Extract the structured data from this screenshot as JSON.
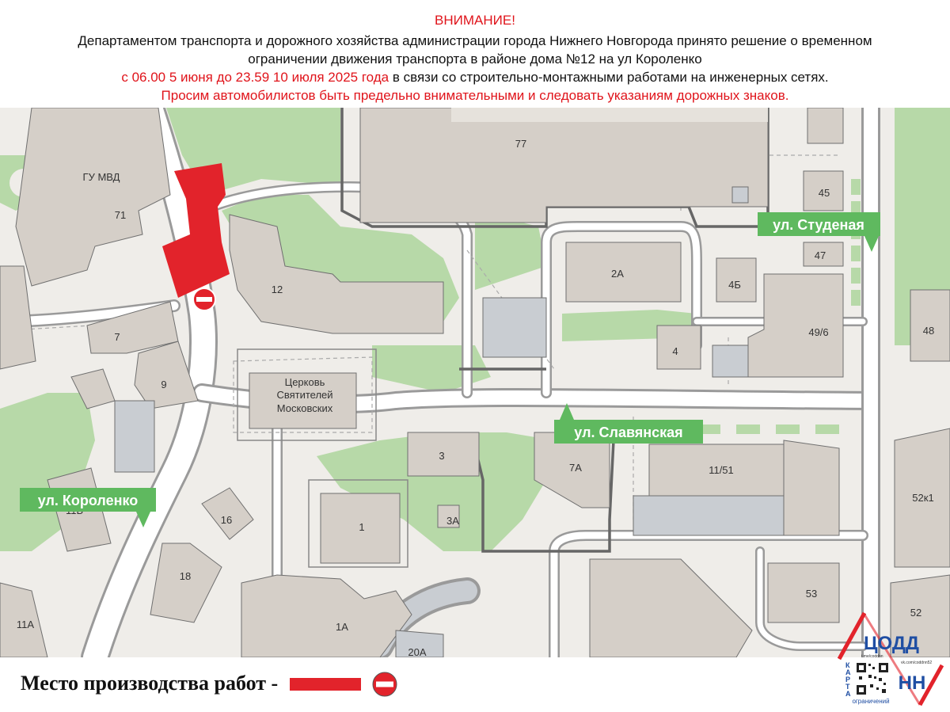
{
  "header": {
    "attention": "ВНИМАНИЕ!",
    "line1": "Департаментом транспорта и дорожного хозяйства администрации города Нижнего Новгорода принято решение о временном",
    "line2": "ограничении движения транспорта в районе дома №12 на ул Короленко",
    "line3_red": "с 06.00 5 июня до 23.59 10 июля 2025 года",
    "line3_black": " в связи со строительно-монтажными работами на инженерных сетях.",
    "line4": "Просим автомобилистов быть предельно внимательными и следовать указаниям дорожных знаков."
  },
  "colors": {
    "warning_red": "#e0141b",
    "closure_red": "#e2232b",
    "building": "#d5cfc8",
    "building_gray": "#c9cdd2",
    "park": "#b7d9a8",
    "road": "#ffffff",
    "road_outline": "#9a9a9a",
    "ground": "#efede9",
    "street_label": "#5fb95f",
    "boundary": "#666666"
  },
  "streets": {
    "korolenko": "ул. Короленко",
    "slavyanskaya": "ул. Славянская",
    "studenaya": "ул. Студеная"
  },
  "buildings": {
    "b77": "77",
    "b45": "45",
    "b47": "47",
    "b2a": "2А",
    "b4b": "4Б",
    "b49_6": "49/6",
    "b48": "48",
    "b4": "4",
    "gu_mvd": "ГУ МВД",
    "b71": "71",
    "b12": "12",
    "b7": "7",
    "b9": "9",
    "church_1": "Церковь",
    "church_2": "Святителей",
    "church_3": "Московских",
    "b3": "3",
    "b7a": "7А",
    "b11_51": "11/51",
    "b52k1": "52к1",
    "b11b": "11Б",
    "b16": "16",
    "b1": "1",
    "b3a": "3А",
    "b18": "18",
    "b53": "53",
    "b52": "52",
    "b11a": "11А",
    "b1a": "1А",
    "b20a": "20А"
  },
  "legend": {
    "label": "Место производства работ -",
    "closure_icon": "no-entry-sign-icon"
  },
  "logo": {
    "name": "ЦОДД",
    "region": "НН",
    "vertical": "КАРТА",
    "bottom": "ограничений",
    "handle_left": "t.me/coddnn",
    "handle_right": "vk.com/coddnn52"
  }
}
